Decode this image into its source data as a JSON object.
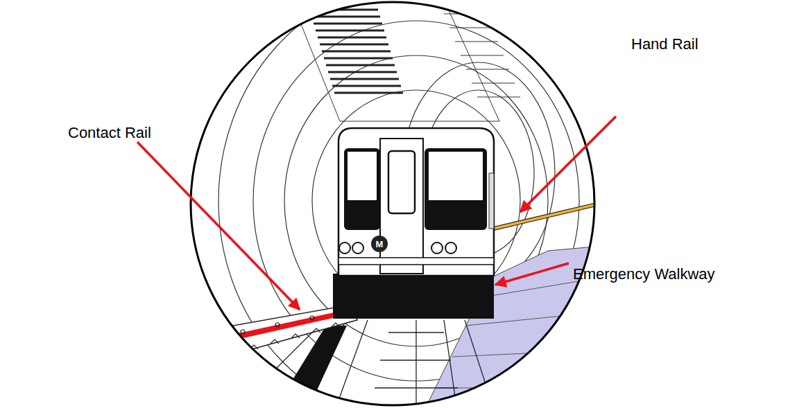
{
  "diagram": {
    "labels": [
      "Contact Rail",
      "Hand Rail",
      "Emergency Walkway",
      "M"
    ]
  }
}
